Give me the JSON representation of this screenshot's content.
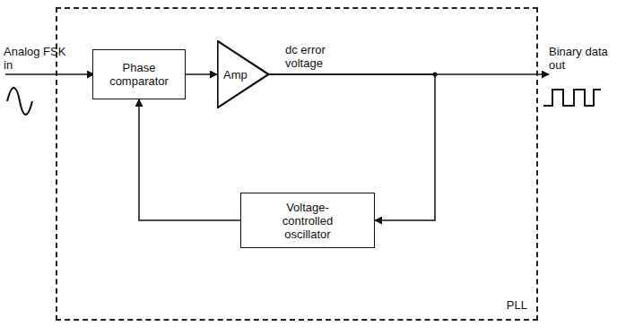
{
  "diagram": {
    "nodes": [
      {
        "text": [
          "PLL"
        ]
      },
      {
        "text": [
          "Phase comparator"
        ],
        "in": 0
      },
      {
        "text": [
          "Amp"
        ],
        "in": 0
      },
      {
        "text": [
          "Voltage- controlled oscillator"
        ],
        "in": 0
      }
    ],
    "edges": [
      {
        "from": 1,
        "to": 2,
        "arrow": "to"
      },
      {
        "from": 2,
        "to": 3,
        "arrow": "to"
      },
      {
        "from": 3,
        "to": 1,
        "arrow": "to"
      }
    ],
    "labels": [
      "Analog FSK in",
      "dc error voltage",
      "Binary data out"
    ]
  }
}
